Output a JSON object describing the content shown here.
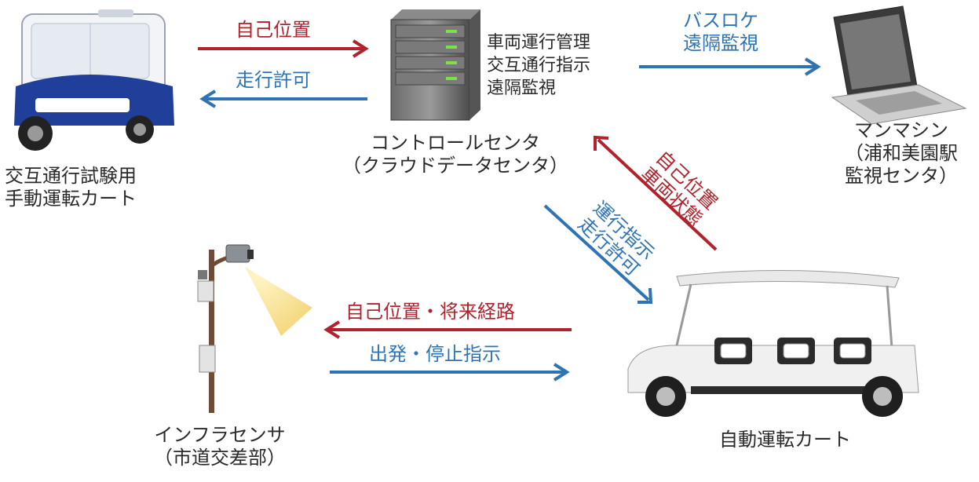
{
  "nodes": {
    "manual_cart": {
      "line1": "交互通行試験用",
      "line2": "手動運転カート"
    },
    "control_center": {
      "duties": [
        "車両運行管理",
        "交互通行指示",
        "遠隔監視"
      ],
      "line1": "コントロールセンタ",
      "line2": "（クラウドデータセンタ）"
    },
    "monitor": {
      "line1": "マンマシン",
      "line2": "（浦和美園駅",
      "line3": "監視センタ）"
    },
    "infra_sensor": {
      "line1": "インフラセンサ",
      "line2": "（市道交差部）"
    },
    "auto_cart": {
      "label": "自動運転カート"
    }
  },
  "links": {
    "cart_to_center": "自己位置",
    "center_to_cart": "走行許可",
    "center_to_monitor": {
      "line1": "バスロケ",
      "line2": "遠隔監視"
    },
    "auto_to_center": {
      "line1": "自己位置",
      "line2": "車両状態"
    },
    "center_to_auto": {
      "line1": "運行指示",
      "line2": "走行許可"
    },
    "auto_to_sensor": "自己位置・将来経路",
    "sensor_to_auto": "出発・停止指示"
  },
  "colors": {
    "red": "#b0232d",
    "blue": "#2e74b5"
  }
}
